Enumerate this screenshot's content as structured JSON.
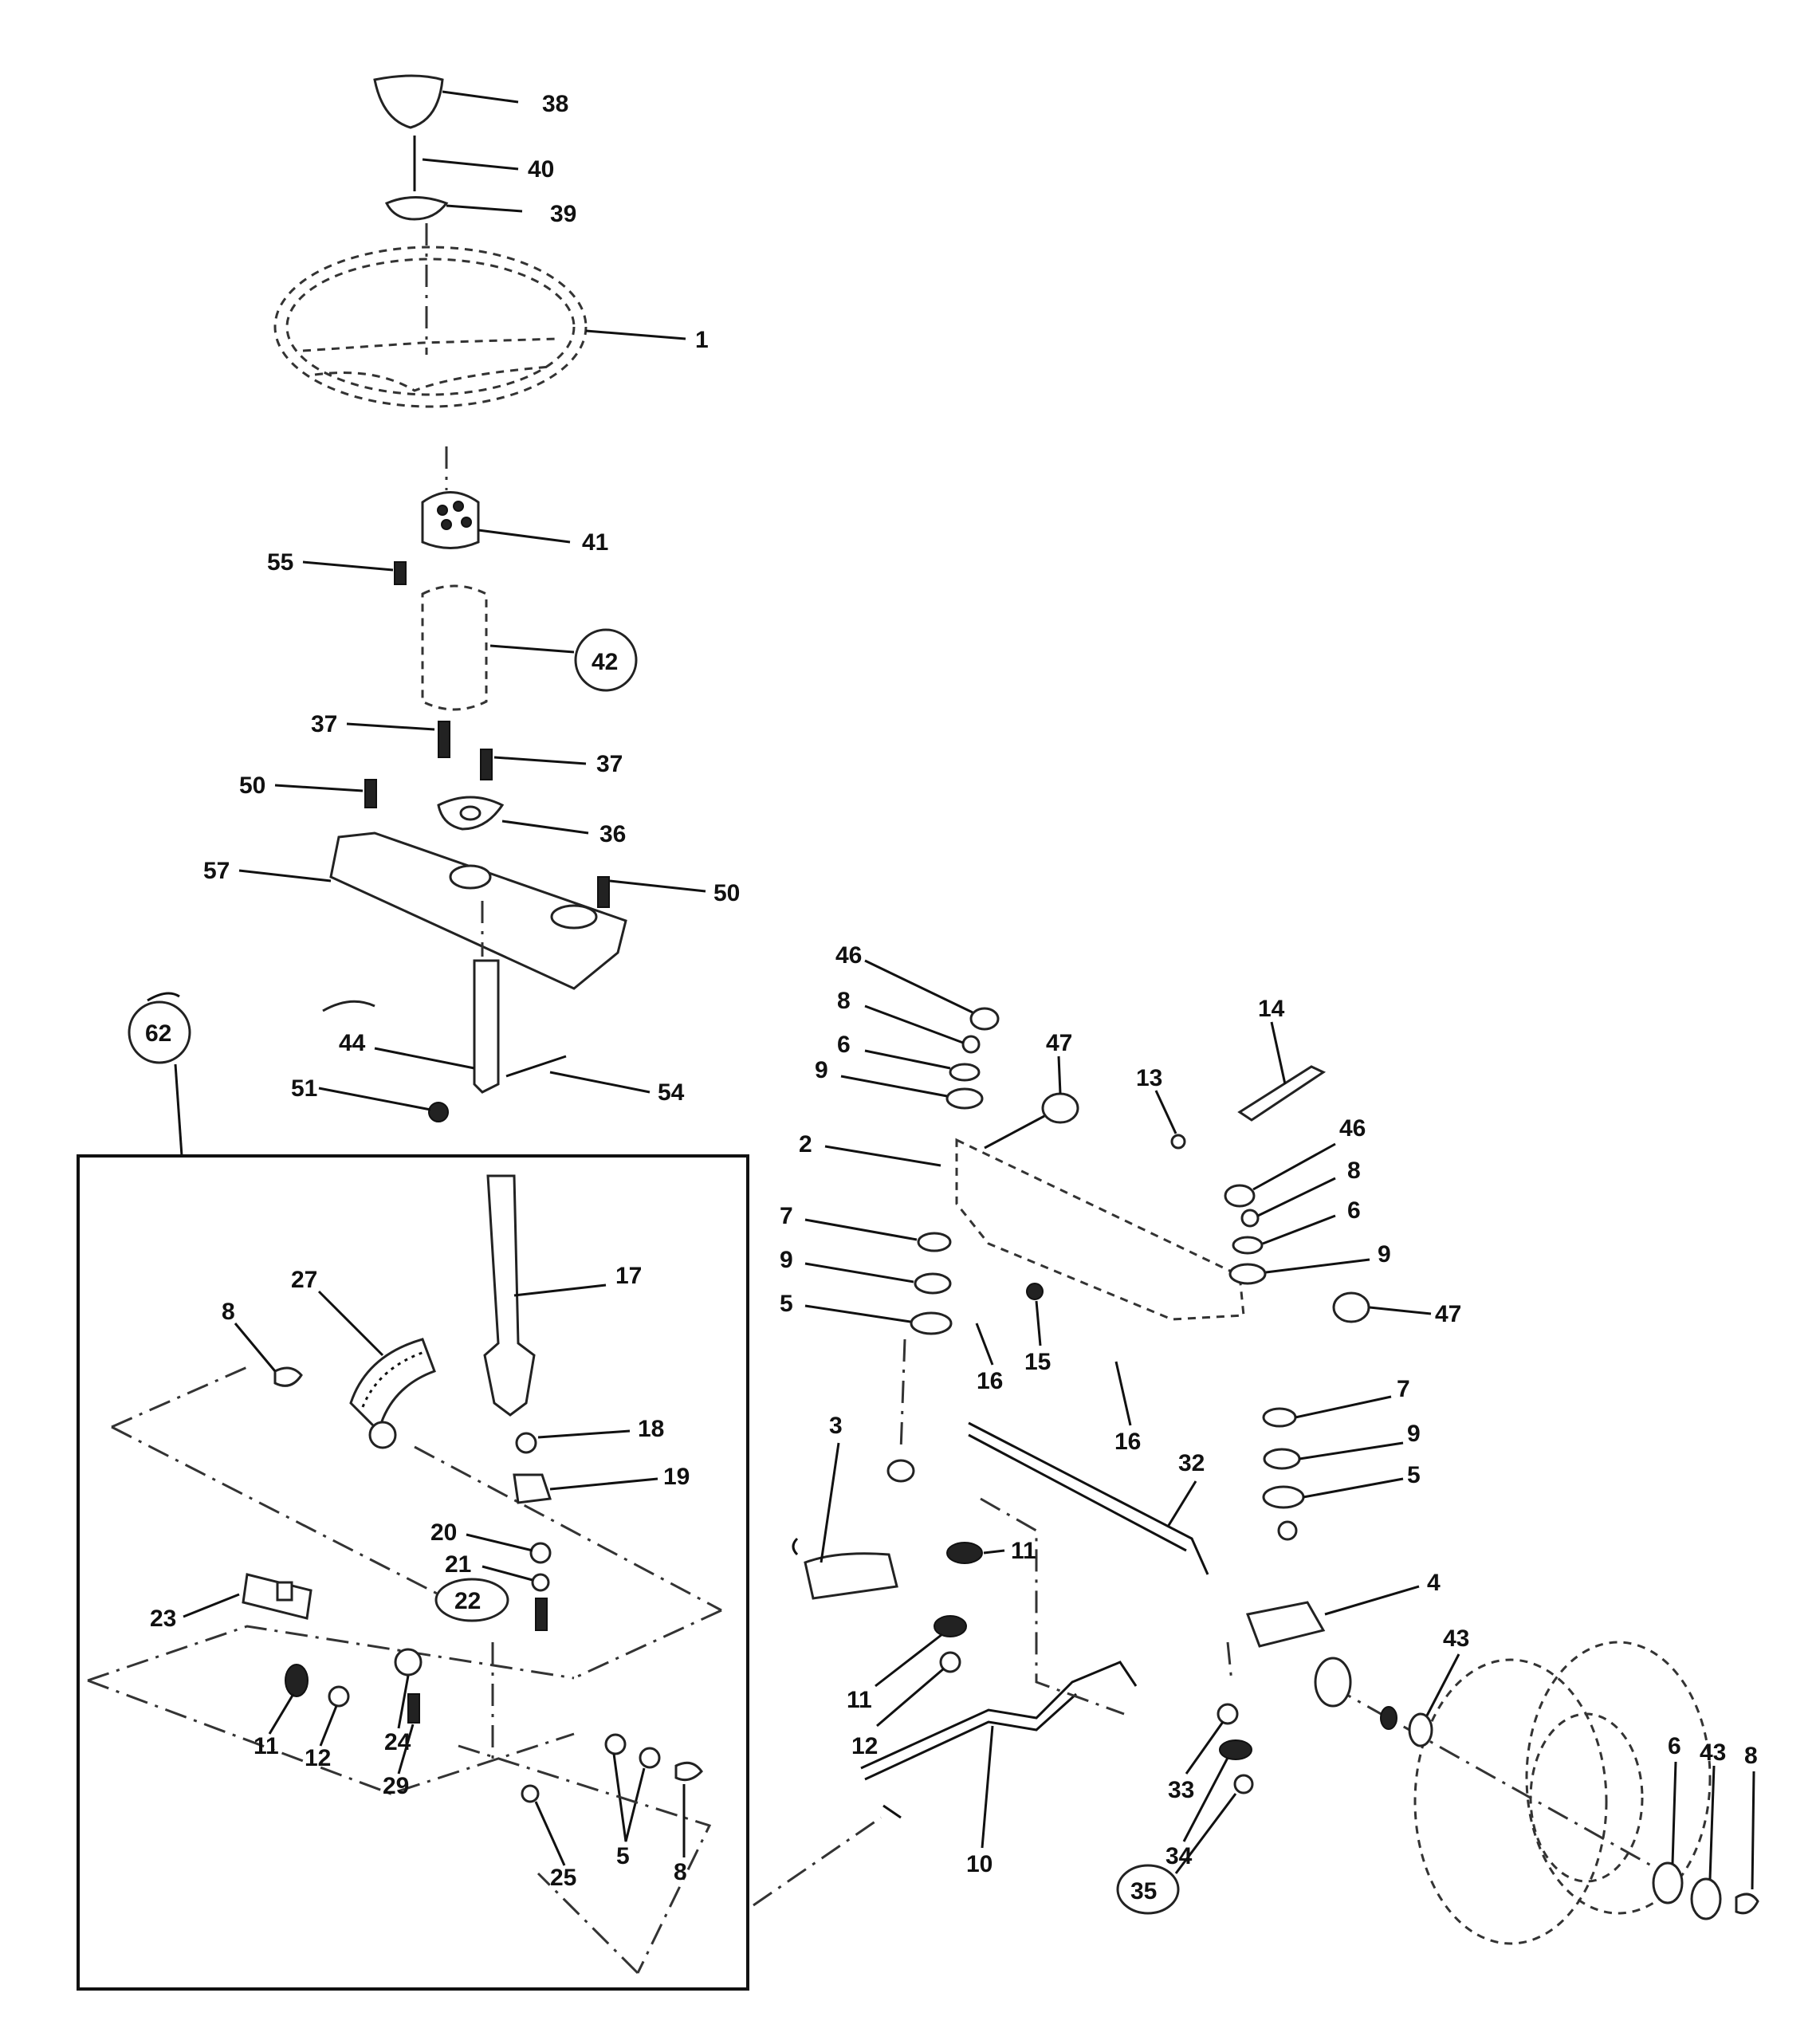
{
  "labels": {
    "l38": "38",
    "l40": "40",
    "l39": "39",
    "l1": "1",
    "l41": "41",
    "l55": "55",
    "l42": "42",
    "l37a": "37",
    "l37b": "37",
    "l50a": "50",
    "l36": "36",
    "l57": "57",
    "l50b": "50",
    "l62": "62",
    "l44": "44",
    "l51": "51",
    "l54": "54",
    "l17": "17",
    "l27": "27",
    "l8a": "8",
    "l18": "18",
    "l19": "19",
    "l20": "20",
    "l21": "21",
    "l22": "22",
    "l23": "23",
    "l11a": "11",
    "l12a": "12",
    "l24": "24",
    "l29": "29",
    "l25": "25",
    "l5a": "5",
    "l8b": "8",
    "l46a": "46",
    "l8c": "8",
    "l6a": "6",
    "l9a": "9",
    "l47a": "47",
    "l2": "2",
    "l7a": "7",
    "l9b": "9",
    "l5b": "5",
    "l16a": "16",
    "l15": "15",
    "l16b": "16",
    "l13": "13",
    "l14": "14",
    "l46b": "46",
    "l8d": "8",
    "l6b": "6",
    "l9c": "9",
    "l47b": "47",
    "l7b": "7",
    "l9d": "9",
    "l5c": "5",
    "l3": "3",
    "l32": "32",
    "l11b": "11",
    "l11c": "11",
    "l12b": "12",
    "l4": "4",
    "l10": "10",
    "l33": "33",
    "l34": "34",
    "l35": "35",
    "l43a": "43",
    "l6c": "6",
    "l43b": "43",
    "l8e": "8"
  },
  "colors": {
    "ink": "#111111",
    "paper": "#ffffff"
  }
}
